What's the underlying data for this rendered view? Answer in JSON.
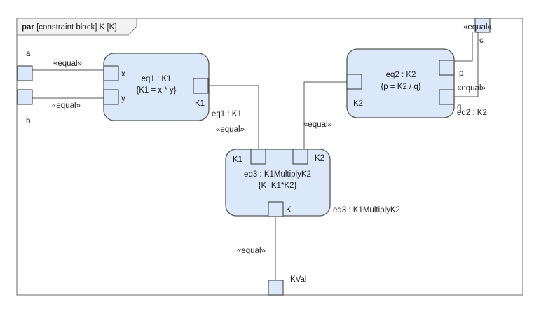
{
  "frame": {
    "keyword": "par",
    "title": "[constraint block] K [K]"
  },
  "params": {
    "a": "a",
    "b": "b",
    "c": "c",
    "kval": "KVal"
  },
  "blocks": {
    "eq1": {
      "name": "eq1 : K1",
      "constraint": "{K1 = x * y}",
      "port_x": "x",
      "port_y": "y",
      "port_k1": "K1",
      "tag": "eq1 : K1"
    },
    "eq2": {
      "name": "eq2 : K2",
      "constraint": "{p = K2 / q}",
      "port_p": "p",
      "port_q": "q",
      "port_k2": "K2",
      "tag": "eq2 : K2"
    },
    "eq3": {
      "name": "eq3 : K1MultiplyK2",
      "constraint": "{K=K1*K2}",
      "port_k1": "K1",
      "port_k2": "K2",
      "port_k": "K",
      "tag": "eq3 : K1MultiplyK2"
    }
  },
  "connectors": {
    "a_x": "«equal»",
    "b_y": "«equal»",
    "eq1_eq3": "«equal»",
    "eq2_eq3": "«equal»",
    "c_p": "«equal»",
    "c_q": "«equal»",
    "eq3_kval": "«equal»"
  }
}
